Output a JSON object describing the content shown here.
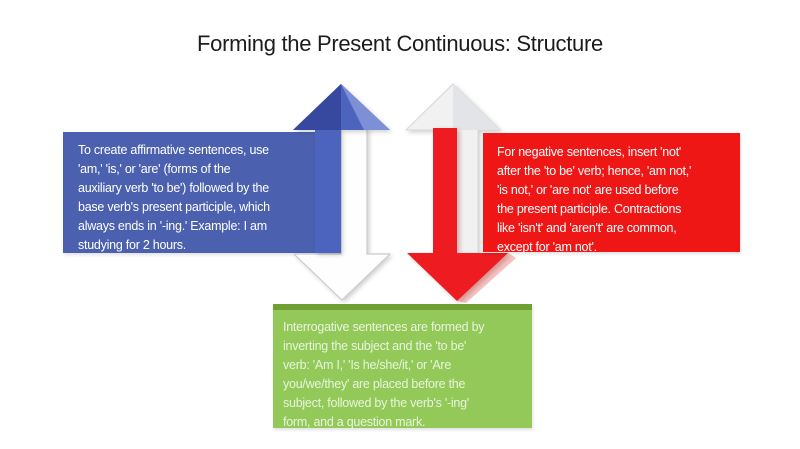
{
  "slide": {
    "title": "Forming the Present Continuous: Structure",
    "background_color": "#ffffff",
    "title_color": "#1c1c1c"
  },
  "boxes": {
    "affirmative": {
      "bg": "#4b61af",
      "text_color": "#ffffff",
      "lines": [
        "To create affirmative sentences, use",
        "'am,' 'is,' or 'are' (forms of the",
        "auxiliary verb 'to be') followed by the",
        "base verb's present participle, which",
        "always ends in '-ing.' Example: I am",
        "studying for 2 hours."
      ]
    },
    "negative": {
      "bg": "#ef1616",
      "text_color": "#ffffff",
      "lines": [
        "For negative sentences, insert 'not'",
        "after the 'to be' verb; hence, 'am not,'",
        "'is not,' or 'are not' are used before",
        "the present participle. Contractions",
        "like 'isn't' and 'aren't' are common,",
        "except for 'am not'."
      ]
    },
    "interrogative": {
      "bg": "#92c958",
      "border_top_color": "#70a033",
      "text_color": "rgba(255,255,255,0.8)",
      "lines": [
        "Interrogative sentences are formed by",
        "inverting the subject and the 'to be'",
        "verb: 'Am I,' 'Is he/she/it,' or 'Are",
        "you/we/they' are placed before the",
        "subject, followed by the verb's '-ing'",
        "form, and a question mark."
      ]
    }
  },
  "arrows": {
    "blue_up": {
      "fill": "#4c64bd",
      "fill_dark": "#36499e",
      "fill_light": "#7d90d6"
    },
    "white_down": {
      "fill": "#fefefe",
      "stroke": "#c8ccd2"
    },
    "white_up": {
      "fill": "#f1f1f2",
      "stroke": "#d6d7d9",
      "bevel": "#e3e4e7"
    },
    "red_down": {
      "fill": "#ee1c20",
      "shadow": "#f3b8b5"
    }
  }
}
